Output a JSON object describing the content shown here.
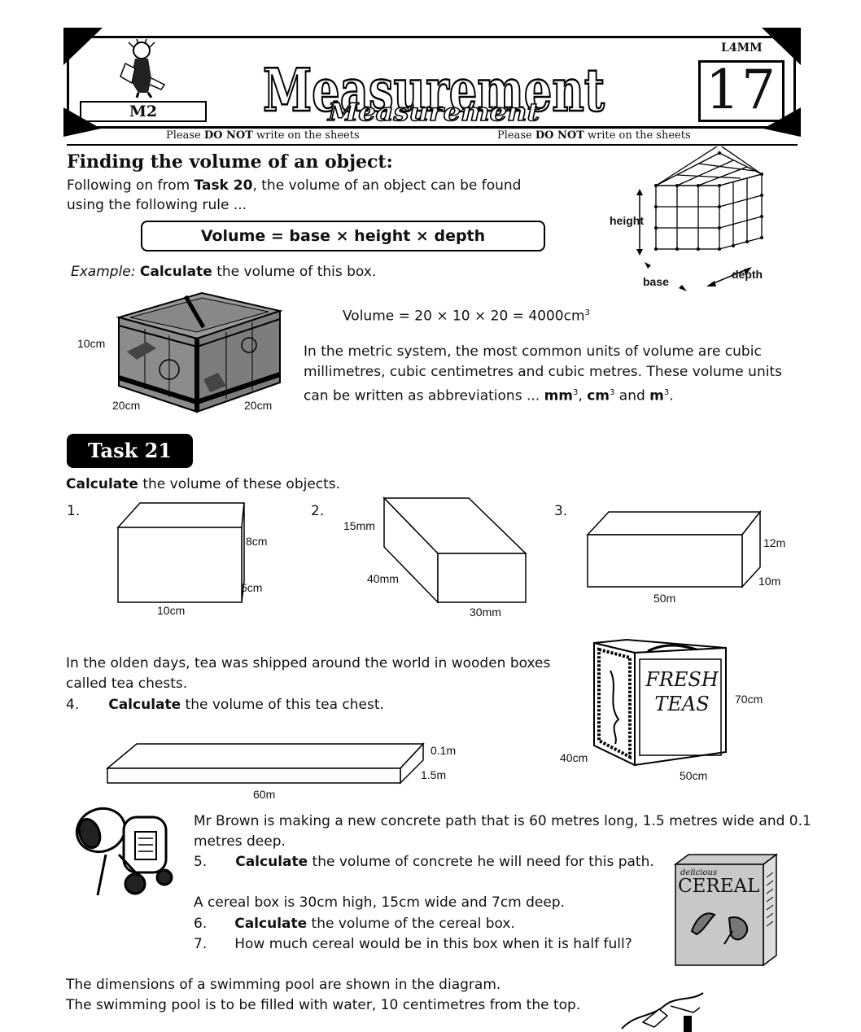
{
  "header": {
    "left_code": "M2",
    "right_code": "L4MM",
    "sheet_number": "17",
    "title": "Measurement",
    "notice_left_pre": "Please ",
    "notice_left_bold": "DO NOT",
    "notice_left_post": " write on the sheets",
    "notice_right_pre": "Please ",
    "notice_right_bold": "DO NOT",
    "notice_right_post": " write on the sheets"
  },
  "intro": {
    "heading": "Finding the volume of an object:",
    "line1_pre": "Following on from ",
    "line1_bold": "Task 20",
    "line1_post": ", the volume of an object can be found",
    "line2": "using the following rule ...",
    "rule": "Volume  =  base  ×  height  ×  depth",
    "cube_labels": {
      "height": "height",
      "base": "base",
      "depth": "depth"
    },
    "example_label": "Example:",
    "example_bold": "Calculate",
    "example_text": " the volume of this box.",
    "box_labels": {
      "side": "10cm",
      "left": "20cm",
      "right": "20cm"
    },
    "volume_calc": "Volume = 20 × 10 × 20 = 4000cm",
    "volume_sup": "3",
    "metric_line1": "In the metric system, the most common units of volume are cubic",
    "metric_line2": "millimetres, cubic centimetres and cubic metres.  These volume units",
    "metric_line3_pre": "can be written as abbreviations ... ",
    "unit_mm": "mm",
    "unit_cm": "cm",
    "unit_m": "m",
    "unit_sup": "3",
    "sep1": ",  ",
    "sep2": "  and ",
    "end": "."
  },
  "task": {
    "title": "Task 21",
    "instruction_bold": "Calculate",
    "instruction_text": "  the volume of these objects.",
    "q1": {
      "num": "1.",
      "depth": "8cm",
      "width": "5cm",
      "base": "10cm"
    },
    "q2": {
      "num": "2.",
      "top": "15mm",
      "side": "40mm",
      "base": "30mm"
    },
    "q3": {
      "num": "3.",
      "height": "12m",
      "depth": "10m",
      "base": "50m"
    },
    "tea_line1": "In the olden days, tea was shipped around the world in wooden boxes",
    "tea_line2": "called tea chests.",
    "q4_num": "4.",
    "q4_bold": "Calculate",
    "q4_text": " the volume of this tea chest.",
    "tea_chest": {
      "height": "70cm",
      "width": "50cm",
      "depth": "40cm",
      "label1": "FRESH",
      "label2": "TEAS"
    },
    "path": {
      "depth": "0.1m",
      "width": "1.5m",
      "length": "60m"
    },
    "brown_line1": "Mr Brown is making a new concrete path that is 60 metres long, 1.5 metres wide and 0.1",
    "brown_line2": "metres deep.",
    "q5_num": "5.",
    "q5_bold": "Calculate",
    "q5_text": " the volume of concrete he will need for this path.",
    "cereal_line": "A cereal box is 30cm high, 15cm wide and 7cm deep.",
    "q6_num": "6.",
    "q6_bold": "Calculate",
    "q6_text": " the volume of the cereal box.",
    "q7_num": "7.",
    "q7_text": "How much cereal would be in this box when it is half full?",
    "cereal_box": {
      "small": "delicious",
      "big": "CEREAL"
    },
    "pool_line1": "The dimensions of a swimming pool are shown in the diagram.",
    "pool_line2": "The swimming pool is to be filled with water, 10 centimetres from the top."
  }
}
